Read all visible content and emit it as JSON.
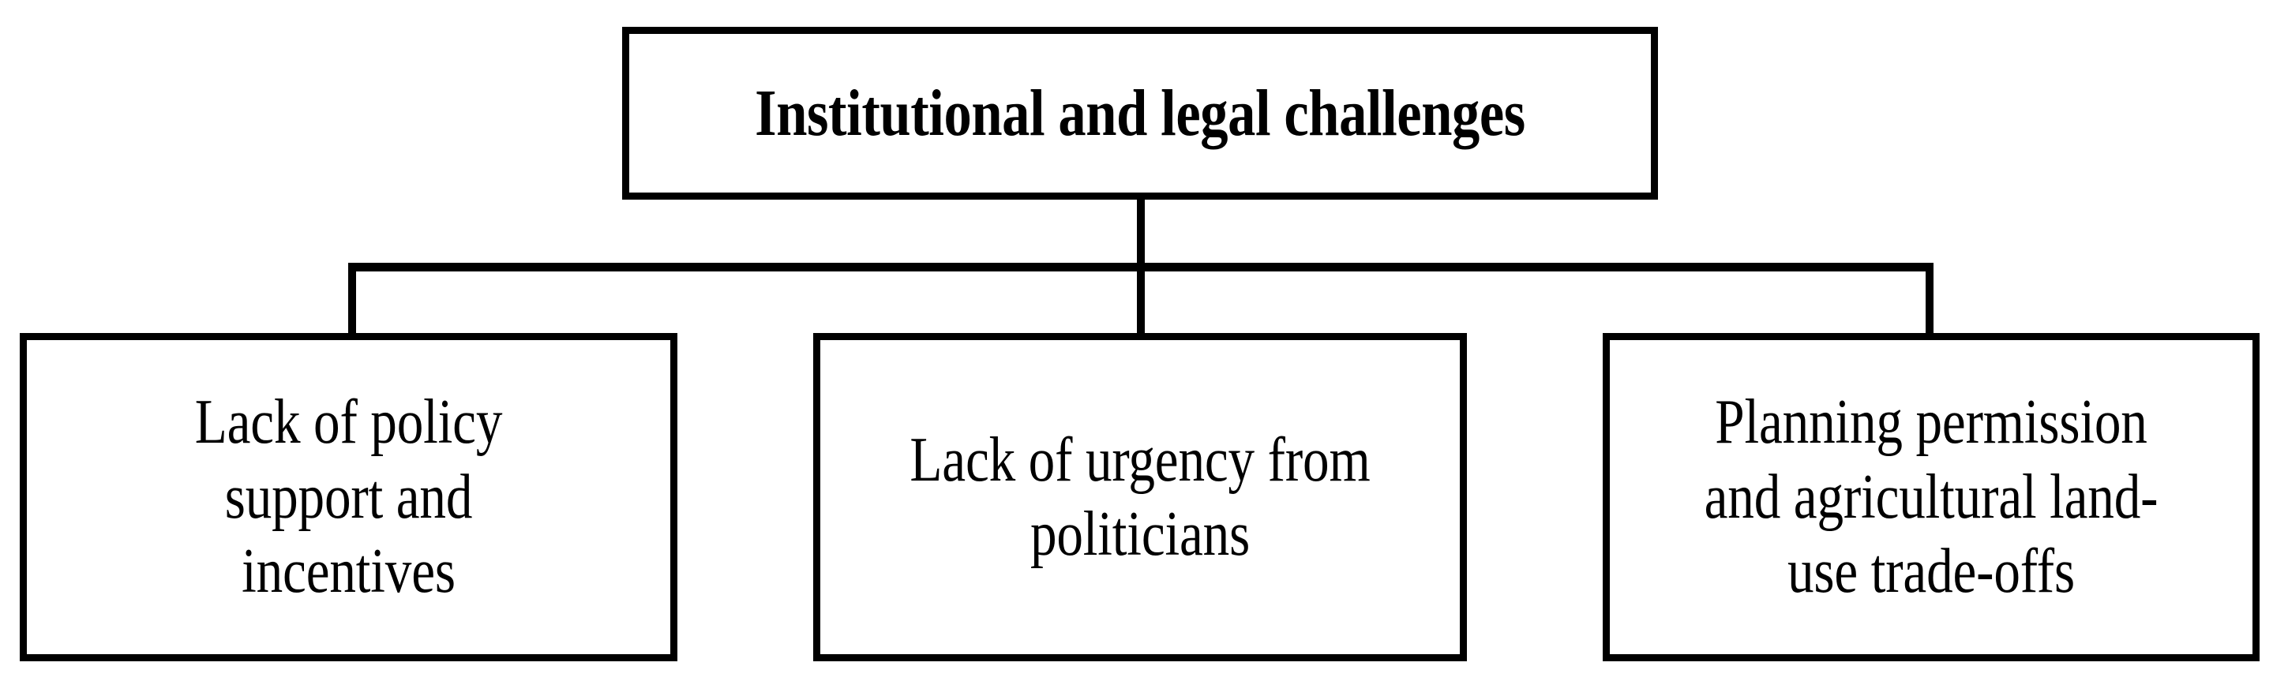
{
  "diagram": {
    "type": "hierarchy-tree",
    "orientation": "top-down",
    "levels": 2,
    "colors": {
      "background": "#ffffff",
      "box_border": "#000000",
      "box_fill": "#ffffff",
      "connector": "#000000",
      "text": "#000000"
    },
    "root": {
      "id": "root",
      "label": "Institutional and legal challenges",
      "bold": true
    },
    "children": [
      {
        "id": "child-0",
        "label": "Lack of policy\nsupport and\nincentives",
        "bold": false
      },
      {
        "id": "child-1",
        "label": "Lack of urgency from\npoliticians",
        "bold": false
      },
      {
        "id": "child-2",
        "label": "Planning permission\nand agricultural land-\nuse trade-offs",
        "bold": false
      }
    ]
  }
}
